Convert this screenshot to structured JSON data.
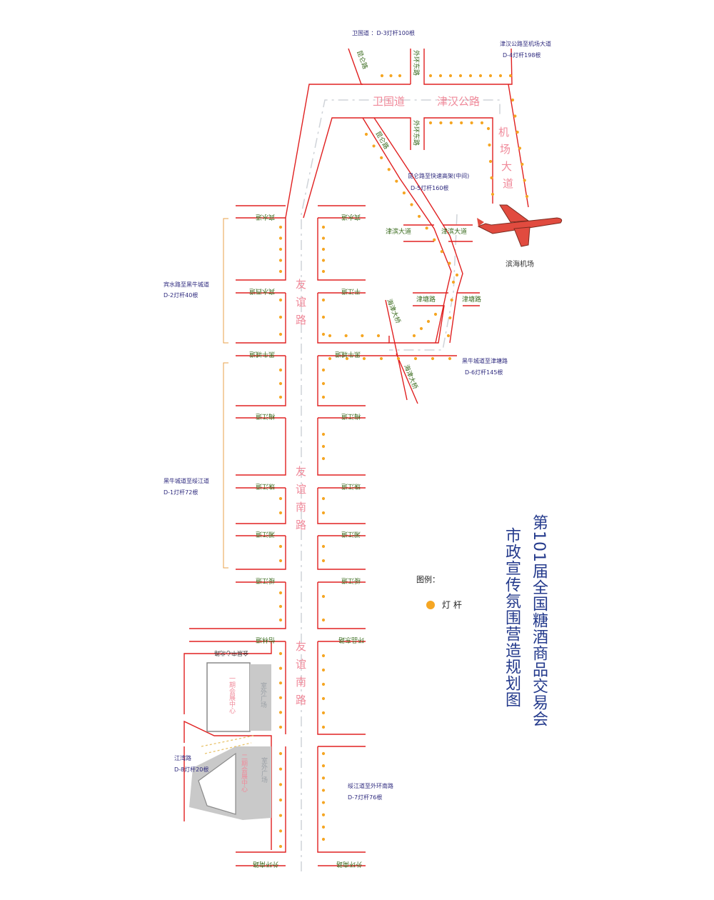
{
  "title": {
    "line1": "第101届全国糖酒商品交易会",
    "line2": "市政宣传氛围营造规划图"
  },
  "legend": {
    "title": "图例：",
    "lamp_label": "灯 杆"
  },
  "colors": {
    "road": "#e02020",
    "lamp": "#f5a623",
    "street_label": "#3a6b1e",
    "road_name": "#f08a9a",
    "note": "#2e2a7e",
    "title": "#243a8c"
  },
  "major_roads": {
    "weiguo": "卫国道",
    "jinhan": "津汉公路",
    "airport_1": "机",
    "airport_2": "场",
    "airport_3": "大",
    "airport_4": "道",
    "youyi_1": "友",
    "youyi_2": "谊",
    "youyi_3": "路",
    "youyinan_a1": "友",
    "youyinan_a2": "谊",
    "youyinan_a3": "南",
    "youyinan_a4": "路",
    "youyinan_b1": "友",
    "youyinan_b2": "谊",
    "youyinan_b3": "南",
    "youyinan_b4": "路"
  },
  "streets": {
    "kunlun_top": "昆仑路",
    "waihuandong_top": "外环东路",
    "kunlun_mid": "昆仑路",
    "waihuandong_mid": "外环东路",
    "binshui_l": "宾水道",
    "binshui_r": "宾水道",
    "jinbin_l": "津滨大道",
    "jinbin_r": "津滨大道",
    "binshuixi_l": "宾水西道",
    "pingjiang_r": "平江道",
    "jintang_l": "津塘路",
    "jintang_r": "津塘路",
    "haijin_1": "海津大桥",
    "heiniucheng_l": "黑牛城道",
    "heiniucheng_r": "黑牛城道",
    "haijin_2": "海津大桥",
    "meijiang_l": "梅江道",
    "meijiang_r": "梅江道",
    "zhujiang_l": "珠江道",
    "zhujiang_r": "珠江道",
    "xiangjiang_l": "湘江道",
    "xiangjiang_r": "湘江道",
    "suijiang_l": "绥江道",
    "suijiang_r": "绥江道",
    "yilin_l": "怡林道",
    "huanpin_r": "环品东路",
    "expo_street": "会展中心北路",
    "waihuannan_l": "外环南路",
    "waihuannan_r": "外环南路"
  },
  "venues": {
    "expo1": "一期会展中心",
    "plaza1": "室外广场",
    "expo2": "二期会展中心",
    "plaza2": "室外广场",
    "airport": "滨海机场"
  },
  "notes": {
    "d3": "卫国道 ：D-3灯杆100根",
    "d4_a": "津汉公路至机场大道",
    "d4_b": "D-4灯杆198根",
    "d5_a": "昆仑路至快速高架(中间)",
    "d5_b": "D-5灯杆160根",
    "d2_a": "宾水路至黑牛城道",
    "d2_b": "D-2灯杆40根",
    "d6_a": "黑牛城道至津塘路",
    "d6_b": "D-6灯杆145根",
    "d1_a": "黑牛城道至绥江道",
    "d1_b": "D-1灯杆72根",
    "d8_a": "江湾路",
    "d8_b": "D-8灯杆20根",
    "d7_a": "绥江道至外环南路",
    "d7_b": "D-7灯杆76根"
  }
}
